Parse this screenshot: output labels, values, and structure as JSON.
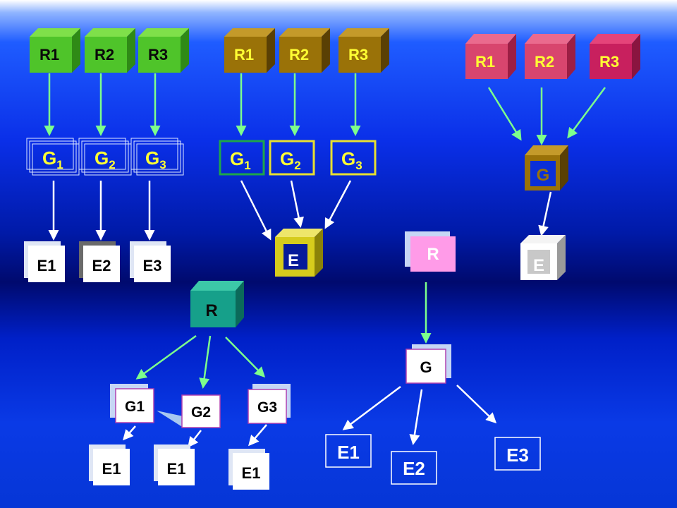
{
  "panel1": {
    "r": [
      "R1",
      "R2",
      "R3"
    ],
    "g": [
      {
        "base": "G",
        "sub": "1"
      },
      {
        "base": "G",
        "sub": "2"
      },
      {
        "base": "G",
        "sub": "3"
      }
    ],
    "e": [
      "E1",
      "E2",
      "E3"
    ]
  },
  "panel2": {
    "r": [
      "R1",
      "R2",
      "R3"
    ],
    "g": [
      {
        "base": "G",
        "sub": "1"
      },
      {
        "base": "G",
        "sub": "2"
      },
      {
        "base": "G",
        "sub": "3"
      }
    ],
    "e": "E"
  },
  "panel3": {
    "r": [
      "R1",
      "R2",
      "R3"
    ],
    "g": "G",
    "e": "E"
  },
  "panel4": {
    "r": "R",
    "g": [
      "G1",
      "G2",
      "G3"
    ],
    "e": [
      "E1",
      "E1",
      "E1"
    ]
  },
  "panel5": {
    "r": "R",
    "g": "G",
    "e": [
      "E1",
      "E2",
      "E3"
    ]
  },
  "colors": {
    "arrow_green": "#7dff8c",
    "arrow_white": "#ffffff",
    "label_yellow": "#ffff33",
    "cube_green": "#4fc42a",
    "cube_olive": "#9a7208",
    "cube_pink": "#d8456e",
    "cube_teal": "#16a08a"
  }
}
